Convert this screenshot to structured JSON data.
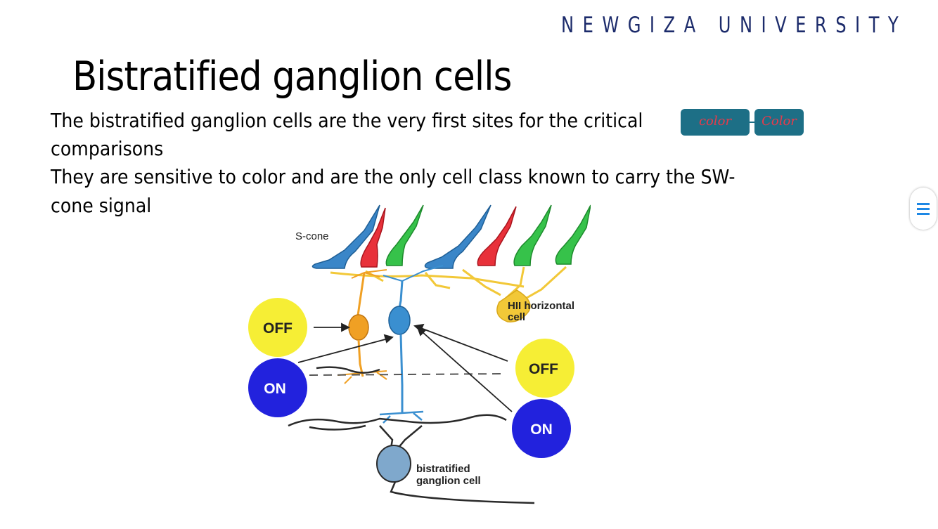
{
  "header": {
    "brand": "NEWGIZA UNIVERSITY"
  },
  "slide": {
    "title": "Bistratified ganglion cells",
    "lines": [
      "The bistratified ganglion cells are the very first sites for the critical",
      "comparisons",
      "They are sensitive to color and are the only cell class known to carry the SW-",
      "cone signal"
    ],
    "annotations": [
      "color",
      "Color"
    ]
  },
  "diagram": {
    "labels": {
      "s_cone": "S-cone",
      "hii_line1": "HII horizontal",
      "hii_line2": "cell",
      "off_left": "OFF",
      "on_left": "ON",
      "off_right": "OFF",
      "on_right": "ON",
      "ganglion_line1": "bistratified",
      "ganglion_line2": "ganglion cell"
    },
    "colors": {
      "s_cone": "#3a86c8",
      "l_cone": "#e8313a",
      "m_cone": "#36c24a",
      "horizontal": "#f2c838",
      "off_bipolar": "#f0a024",
      "on_bipolar": "#3a8fd0",
      "off_disc": "#f6ee35",
      "on_disc": "#2222dd"
    }
  },
  "ui": {
    "menu_icon": "hamburger-icon"
  }
}
